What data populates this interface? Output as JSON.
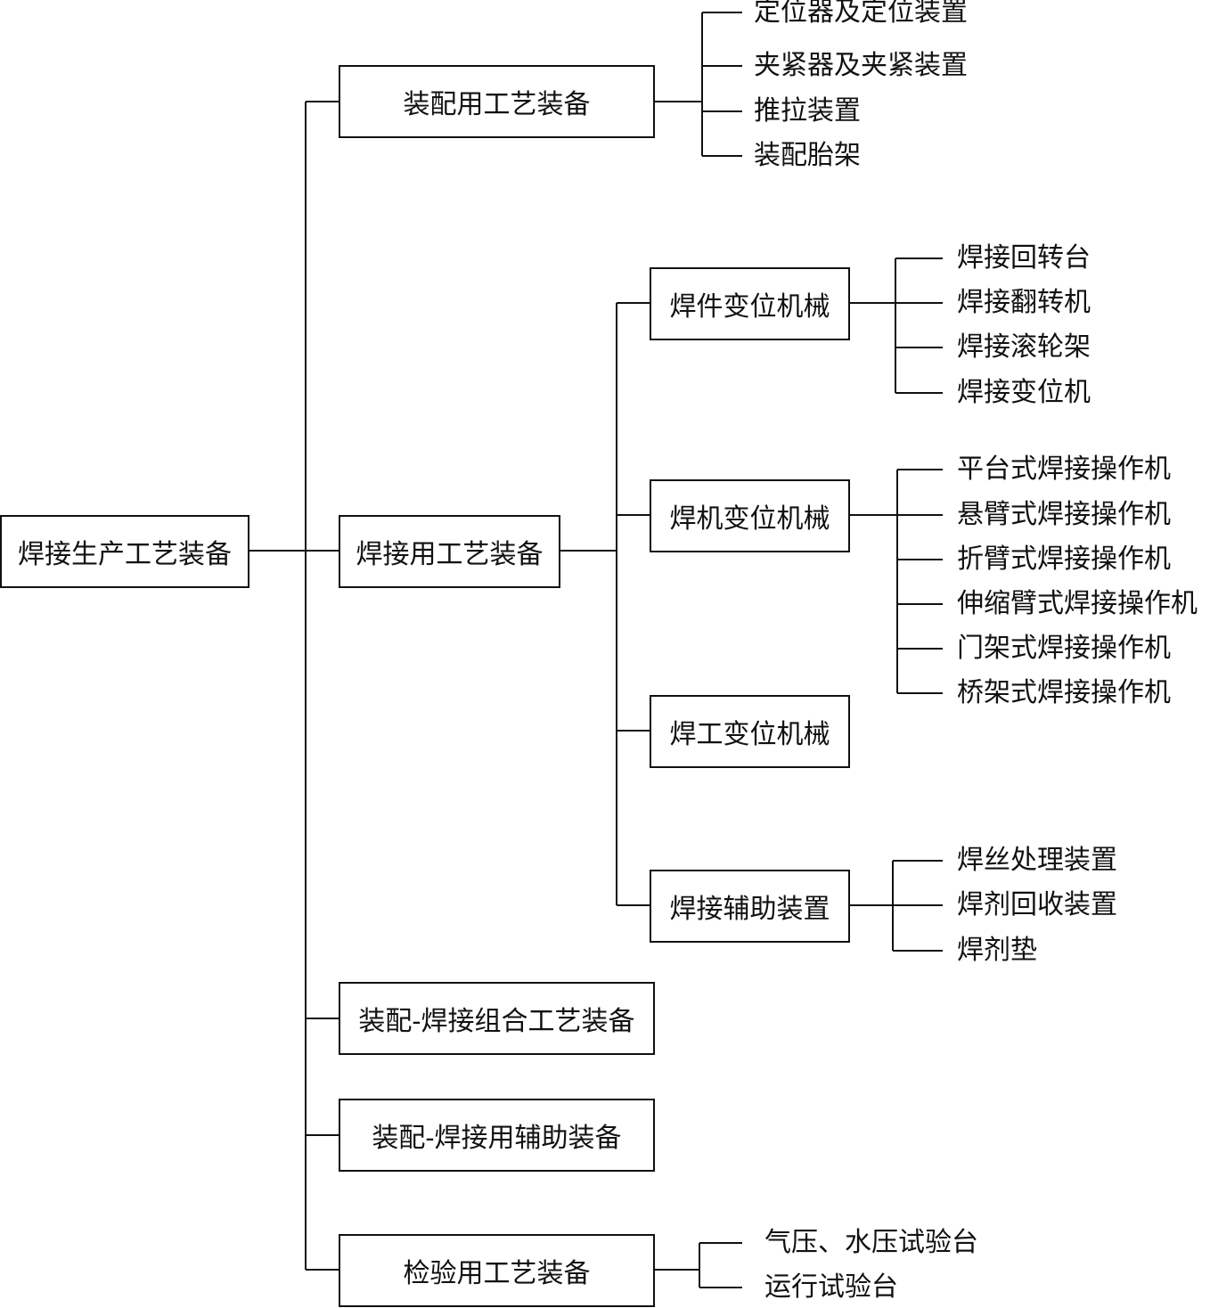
{
  "root": {
    "label": "焊接生产工艺装备"
  },
  "level1": {
    "assembly": "装配用工艺装备",
    "welding": "焊接用工艺装备",
    "combined": "装配-焊接组合工艺装备",
    "aux": "装配-焊接用辅助装备",
    "inspection": "检验用工艺装备"
  },
  "assembly_items": [
    "定位器及定位装置",
    "夹紧器及夹紧装置",
    "推拉装置",
    "装配胎架"
  ],
  "welding_children": {
    "workpiece": "焊件变位机械",
    "machine": "焊机变位机械",
    "welder": "焊工变位机械",
    "auxiliary": "焊接辅助装置"
  },
  "workpiece_items": [
    "焊接回转台",
    "焊接翻转机",
    "焊接滚轮架",
    "焊接变位机"
  ],
  "machine_items": [
    "平台式焊接操作机",
    "悬臂式焊接操作机",
    "折臂式焊接操作机",
    "伸缩臂式焊接操作机",
    "门架式焊接操作机",
    "桥架式焊接操作机"
  ],
  "auxiliary_items": [
    "焊丝处理装置",
    "焊剂回收装置",
    "焊剂垫"
  ],
  "inspection_items": [
    "气压、水压试验台",
    "运行试验台"
  ]
}
